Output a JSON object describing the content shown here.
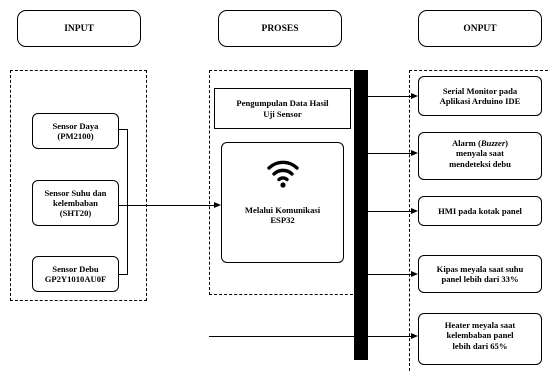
{
  "headers": {
    "input": "INPUT",
    "proses": "PROSES",
    "output": "ONPUT"
  },
  "input_sensors": [
    {
      "line1": "Sensor Daya",
      "line2": "(PM2100)",
      "line3": ""
    },
    {
      "line1": "Sensor Suhu dan",
      "line2": "kelembaban",
      "line3": "(SHT20)"
    },
    {
      "line1": "Sensor Debu",
      "line2": "GP2Y1010AU0F",
      "line3": ""
    }
  ],
  "proses": {
    "data_box": {
      "line1": "Pengumpulan Data Hasil",
      "line2": "Uji Sensor"
    },
    "comm_box": {
      "line1": "Melalui Komunikasi",
      "line2": "ESP32"
    },
    "comm_icon": "wifi-icon"
  },
  "outputs": [
    {
      "line1": "Serial Monitor pada",
      "line2": "Aplikasi Arduino IDE",
      "line3": ""
    },
    {
      "line1_pre": "Alarm (",
      "line1_em": "Buzzer",
      "line1_post": ")",
      "line2": "menyala saat",
      "line3": "mendeteksi debu"
    },
    {
      "line1": "HMI pada kotak panel",
      "line2": "",
      "line3": ""
    },
    {
      "line1": "Kipas meyala saat suhu",
      "line2": "panel lebih dari 33%",
      "line3": ""
    },
    {
      "line1": "Heater meyala saat",
      "line2": "kelembaban panel",
      "line3": "lebih dari 65%"
    }
  ]
}
